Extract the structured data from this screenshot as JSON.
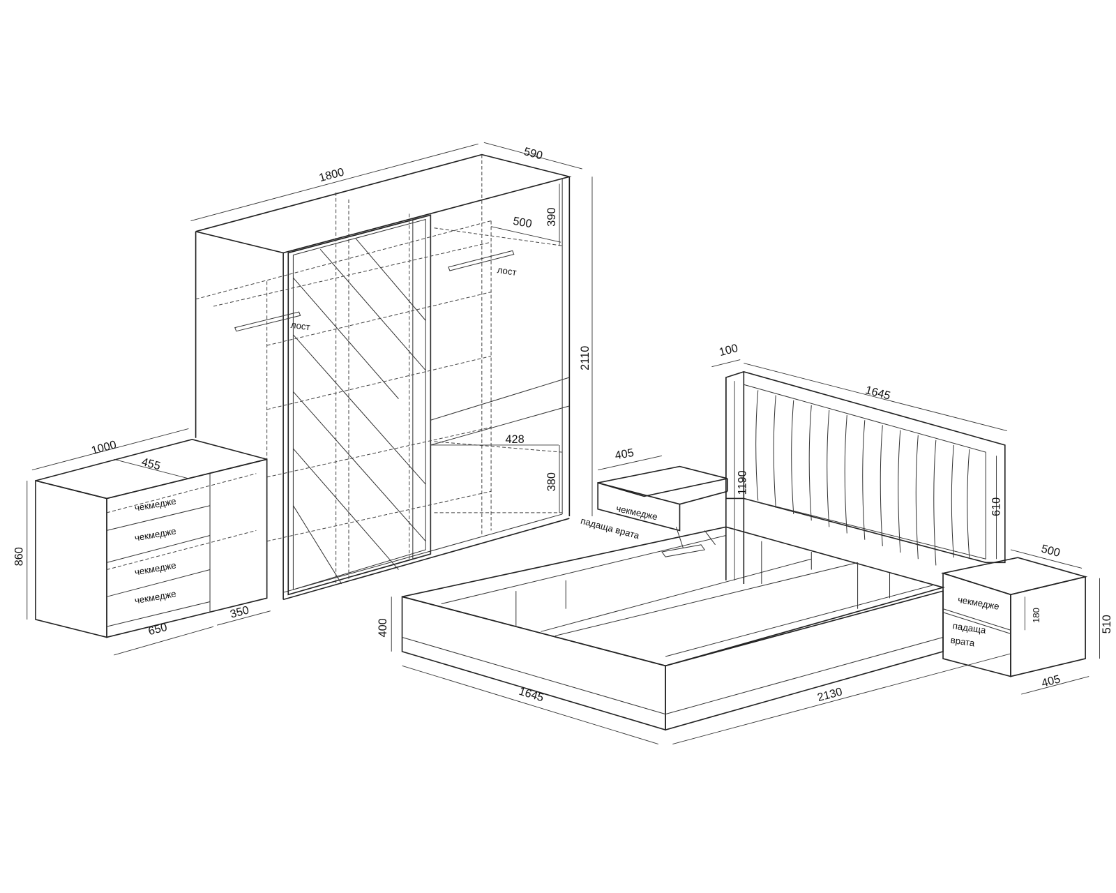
{
  "wardrobe": {
    "width": "1800",
    "depth": "590",
    "height": "2110",
    "top_shelf_gap": "390",
    "shelf_depth": "500",
    "rail_label_right": "лост",
    "rail_label_left": "лост",
    "inner_shelf_depth": "428",
    "lower_shelf_gap": "380"
  },
  "dresser": {
    "width": "1000",
    "depth": "455",
    "height": "860",
    "drawer_section_width": "650",
    "door_section_width": "350",
    "drawers": [
      "чекмедже",
      "чекмедже",
      "чекмедже",
      "чекмедже"
    ]
  },
  "nightstand_left": {
    "width": "405",
    "drawer_label": "чекмедже",
    "door_label": "падаща врата"
  },
  "bed": {
    "headboard_thickness": "100",
    "headboard_width": "1645",
    "headboard_height": "1190",
    "headboard_panel_height": "610",
    "base_height": "400",
    "width": "1645",
    "length": "2130"
  },
  "nightstand_right": {
    "width": "500",
    "depth": "405",
    "height": "510",
    "drawer_height": "180",
    "drawer_label": "чекмедже",
    "door_label_line1": "падаща",
    "door_label_line2": "врата"
  }
}
